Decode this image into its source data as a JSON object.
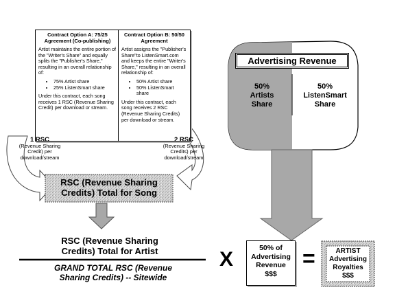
{
  "option_a": {
    "title_line1": "Contract Option A: 75/25",
    "title_line2": "Agreement (Co-publishing)",
    "para1": "Artist maintains the entire portion of the \"Writer's Share\" and equally splits the \"Publisher's Share,\" resulting in an overall relationship of:",
    "bullet1": "75% Artist share",
    "bullet2": "25% ListenSmart share",
    "para2": "Under this contract, each song receives 1 RSC (Revenue Sharing Credit) per download or stream."
  },
  "option_b": {
    "title_line1": "Contract Option B: 50/50",
    "title_line2": "Agreement",
    "para1": "Artist assigns the \"Publisher's Share\"to ListenSmart.com and keeps the entire \"Writer's Share,\" resulting in an overall relationship of:",
    "bullet1": "50% Artist share",
    "bullet2": "50% ListenSmart share",
    "para2": "Under this contract, each song receives 2 RSC (Revenue Sharing Credits) per download or stream."
  },
  "left_arrow": {
    "head": "1 RSC",
    "line1": "(Revenue Sharing",
    "line2": "Credit) per",
    "line3": "download/stream"
  },
  "right_arrow": {
    "head": "2 RSC",
    "line1": "(Revenue Sharing",
    "line2": "Credits) per",
    "line3": "download/stream"
  },
  "song_total": {
    "line1": "RSC (Revenue Sharing",
    "line2": "Credits) Total for Song"
  },
  "artist_total": {
    "line1": "RSC (Revenue Sharing",
    "line2": "Credits) Total for Artist"
  },
  "grand_total": {
    "line1": "GRAND TOTAL RSC (Revenue",
    "line2": "Sharing Credits) -- Sitewide"
  },
  "advertising": {
    "title": "Advertising Revenue",
    "artist_pct": "50%",
    "artist_line1": "Artists",
    "artist_line2": "Share",
    "ls_pct": "50%",
    "ls_line1": "ListenSmart",
    "ls_line2": "Share"
  },
  "operators": {
    "multiply": "X",
    "equals": "="
  },
  "ad_result": {
    "line1": "50% of",
    "line2": "Advertising",
    "line3": "Revenue",
    "line4": "$$$"
  },
  "royalties": {
    "line1": "ARTIST",
    "line2": "Advertising",
    "line3": "Royalties",
    "line4": "$$$"
  },
  "colors": {
    "gray_fill": "#a8a8a8",
    "dark_gray": "#6e6e6e",
    "textured": "#c9c9c9"
  }
}
